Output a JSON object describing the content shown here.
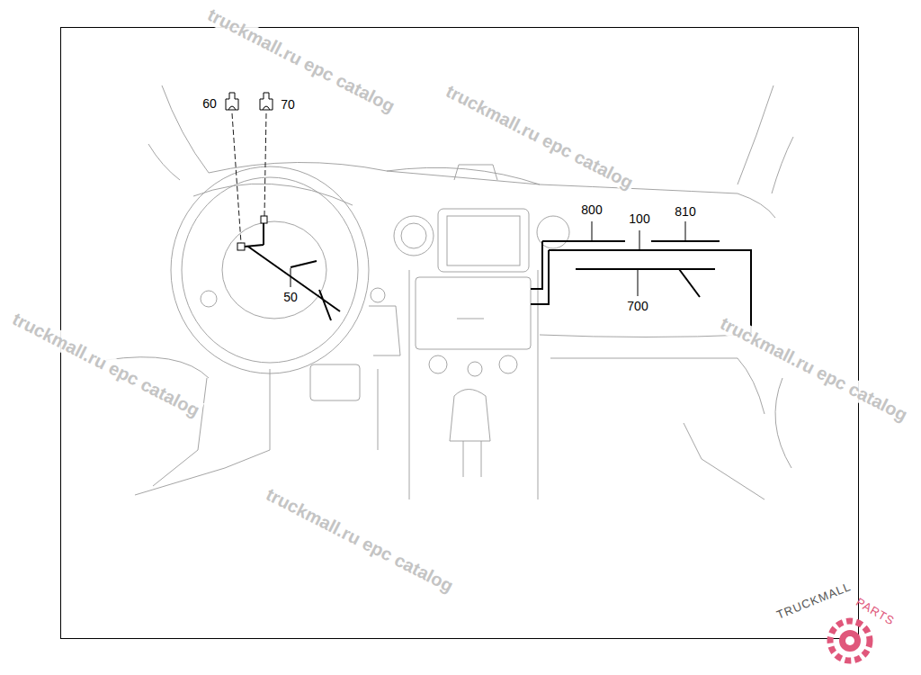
{
  "diagram": {
    "labels": [
      "60",
      "70",
      "50",
      "800",
      "100",
      "810",
      "700",
      "truckmall.ru epc catalog",
      "truckmall.ru epc catalog",
      "truckmall.ru epc catalog",
      "truckmall.ru epc catalog",
      "truckmall.ru epc catalog",
      "TRUCKMALL",
      "PARTS"
    ]
  }
}
